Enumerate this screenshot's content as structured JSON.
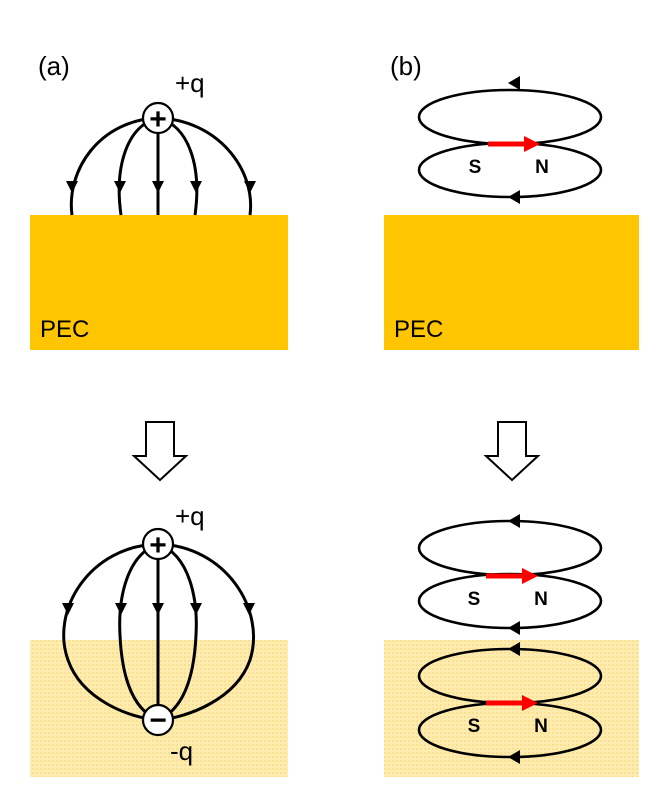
{
  "panels": {
    "a": {
      "label": "(a)"
    },
    "b": {
      "label": "(b)"
    }
  },
  "charges": {
    "top_sign": "+",
    "top_label": "+q",
    "image_sign": "−",
    "image_label": "-q"
  },
  "pec": {
    "label_a": "PEC",
    "label_b": "PEC"
  },
  "magnet": {
    "south": "S",
    "north": "N"
  },
  "colors": {
    "pec_solid": "#ffc600",
    "pec_image": "#fdeaa6",
    "magnet_arrow": "#ff0000",
    "lines": "#000000",
    "transform_arrow": "#ffffff"
  }
}
